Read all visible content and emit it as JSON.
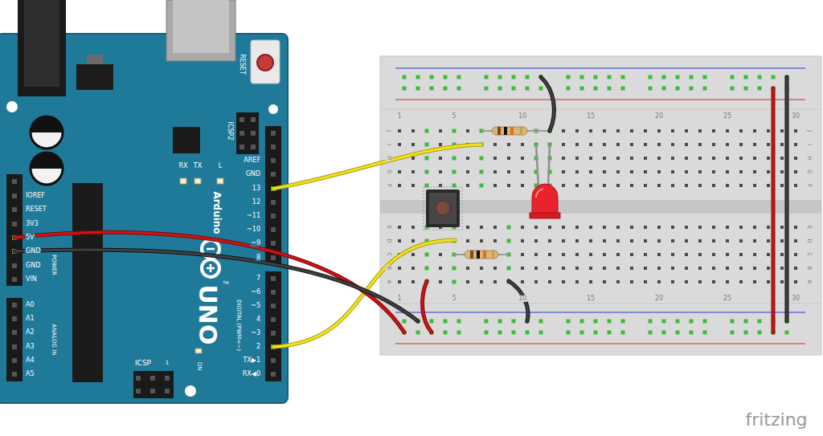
{
  "diagram": {
    "labels": [
      "RESET",
      "ICSP2",
      "RX",
      "TX",
      "L",
      "AREF",
      "GND",
      "13",
      "12",
      "~11",
      "~10",
      "~9",
      "8",
      "7",
      "~6",
      "~5",
      "4",
      "~3",
      "2",
      "TX▶1",
      "RX◀0",
      "DIGITAL (PWM=~)",
      "IOREF",
      "RESET",
      "3V3",
      "5V",
      "GND",
      "GND",
      "VIN",
      "POWER",
      "A0",
      "A1",
      "A2",
      "A3",
      "A4",
      "A5",
      "ANALOG IN",
      "Arduino",
      "TM",
      "UNO",
      "ICSP",
      "1",
      "ON",
      "1",
      "5",
      "10",
      "15",
      "20",
      "25",
      "30",
      "1",
      "5",
      "10",
      "15",
      "20",
      "25",
      "30",
      "J",
      "I",
      "H",
      "G",
      "F",
      "E",
      "D",
      "C",
      "B",
      "A",
      "J",
      "I",
      "H",
      "G",
      "F",
      "E",
      "D",
      "C",
      "B",
      "A",
      "fritzing"
    ]
  }
}
